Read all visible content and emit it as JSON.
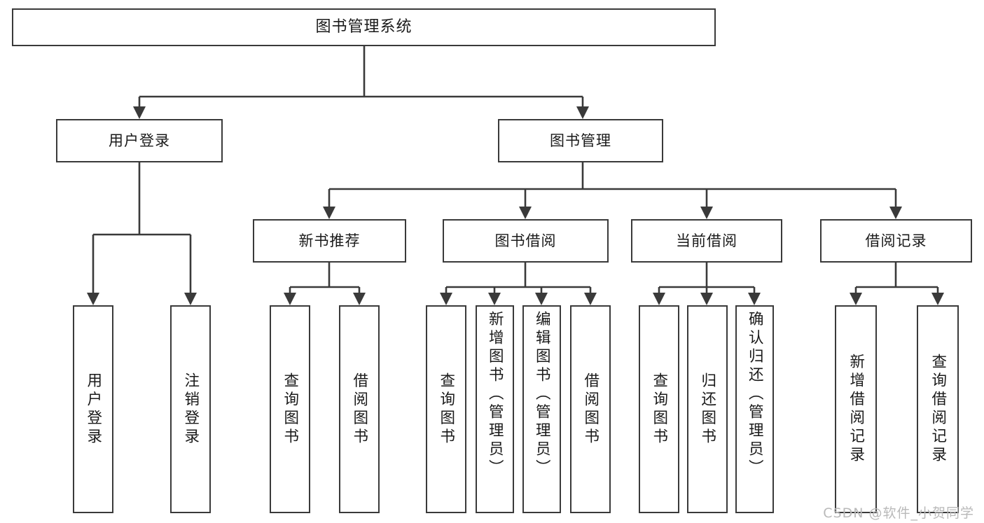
{
  "diagram": {
    "type": "tree",
    "title": "图书管理系统",
    "root": {
      "label": "图书管理系统"
    },
    "level2": [
      {
        "label": "用户登录"
      },
      {
        "label": "图书管理"
      }
    ],
    "level3": [
      {
        "label": "新书推荐"
      },
      {
        "label": "图书借阅"
      },
      {
        "label": "当前借阅"
      },
      {
        "label": "借阅记录"
      }
    ],
    "leaves": {
      "user_login": [
        {
          "label": "用户登录"
        },
        {
          "label": "注销登录"
        }
      ],
      "new_book_recommend": [
        {
          "label": "查询图书"
        },
        {
          "label": "借阅图书"
        }
      ],
      "book_borrow": [
        {
          "label": "查询图书"
        },
        {
          "label": "新增图书（管理员）"
        },
        {
          "label": "编辑图书（管理员）"
        },
        {
          "label": "借阅图书"
        }
      ],
      "current_borrow": [
        {
          "label": "查询图书"
        },
        {
          "label": "归还图书"
        },
        {
          "label": "确认归还（管理员）"
        }
      ],
      "borrow_record": [
        {
          "label": "新增借阅记录"
        },
        {
          "label": "查询借阅记录"
        }
      ]
    }
  },
  "watermark": {
    "text": "CSDN @软件_小贺同学"
  },
  "colors": {
    "border": "#3a3a3a",
    "background": "#ffffff",
    "text": "#1a1a1a",
    "watermark": "#b9b9b9"
  }
}
